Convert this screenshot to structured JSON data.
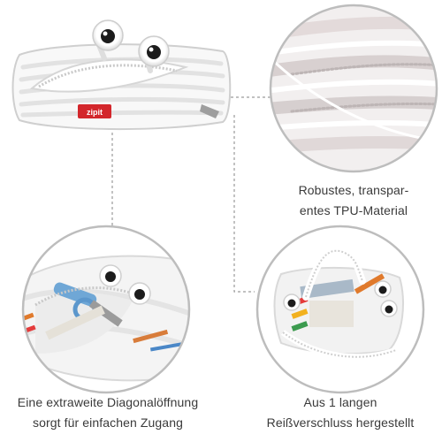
{
  "product": {
    "brand_tag": "zipit"
  },
  "captions": {
    "material_line1": "Robustes, transpar-",
    "material_line2": "entes TPU-Material",
    "opening_line1": "Eine extraweite Diagonalöffnung",
    "opening_line2": "sorgt für einfachen Zugang",
    "zipper_line1": "Aus 1 langen",
    "zipper_line2": "Reißverschluss hergestellt"
  },
  "colors": {
    "connector_line": "#9a9a9a",
    "circle_border": "#bdbdbd",
    "brand_tag": "#d3262b",
    "caption_text": "#3a3a3a"
  }
}
